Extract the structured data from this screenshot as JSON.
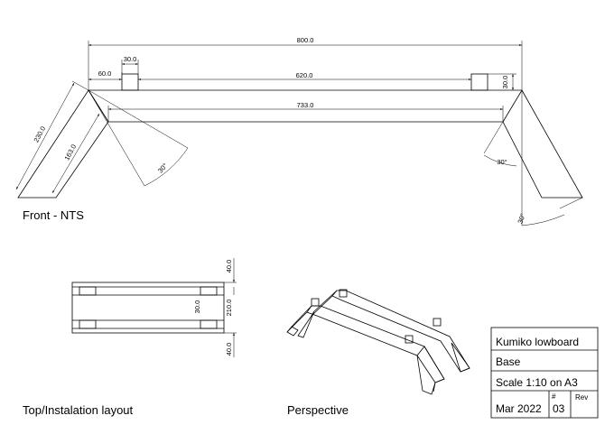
{
  "front_view": {
    "label": "Front - NTS",
    "dims": {
      "overall": "800.0",
      "left_offset": "60.0",
      "block_width": "30.0",
      "span_between_blocks": "620.0",
      "block_height": "30.0",
      "lower_span": "733.0",
      "outer_leg": "230.0",
      "inner_leg": "163.0",
      "angle_left": "30°",
      "angle_right_inner": "30°",
      "angle_right_outer": "30°"
    }
  },
  "top_view": {
    "label": "Top/Instalation layout",
    "dims": {
      "top_margin": "40.0",
      "gap": "30.0",
      "total_width": "210.0",
      "bottom_margin": "40.0"
    }
  },
  "perspective": {
    "label": "Perspective"
  },
  "title_block": {
    "project": "Kumiko lowboard",
    "part": "Base",
    "scale": "Scale 1:10 on A3",
    "date": "Mar 2022",
    "number_label": "#",
    "number": "03",
    "rev_label": "Rev"
  }
}
